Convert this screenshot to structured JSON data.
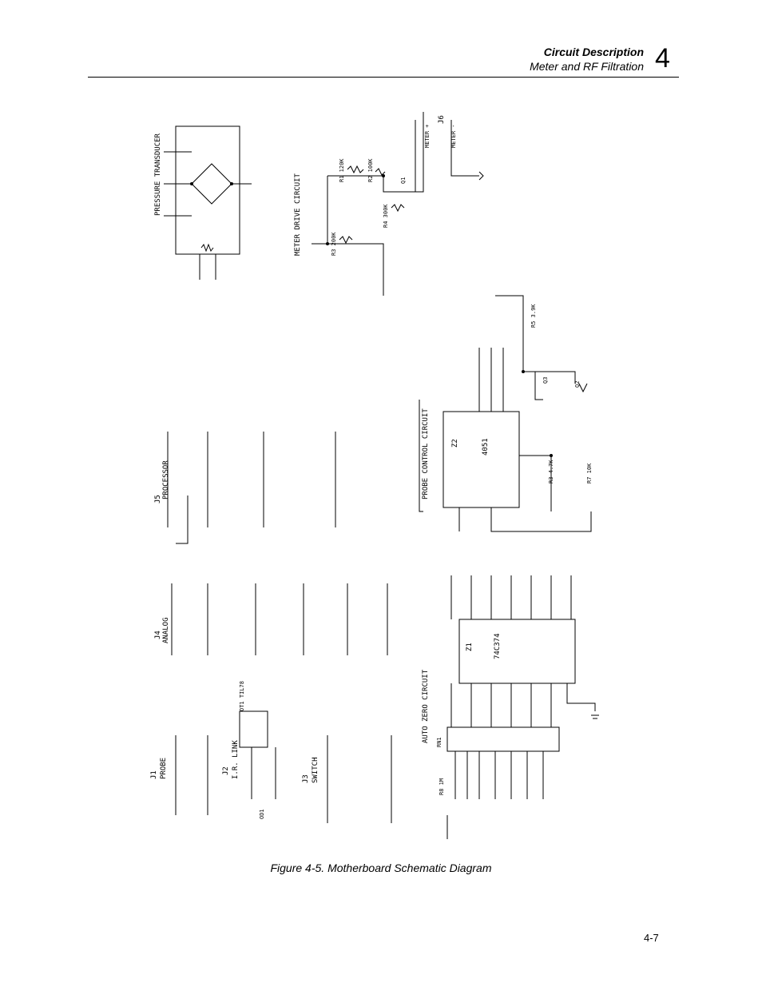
{
  "header": {
    "title": "Circuit Description",
    "subtitle": "Meter and RF Filtration",
    "chapter": "4"
  },
  "figure": {
    "caption": "Figure 4-5.   Motherboard Schematic Diagram",
    "labels": {
      "pressure": "PRESSURE TRANSDUCER",
      "meter": "METER DRIVE CIRCUIT",
      "j6": "J6",
      "meter_plus": "METER +",
      "meter_minus": "METER -",
      "j5": "J5",
      "processor": "PROCESSOR",
      "probe_control": "PROBE CONTROL CIRCUIT",
      "z2": "Z2",
      "z2_part": "4051",
      "j4": "J4",
      "analog": "ANALOG",
      "j1": "J1",
      "probe": "PROBE",
      "j2": "J2",
      "ir_link": "I.R. LINK",
      "j3": "J3",
      "switch": "SWITCH",
      "auto_zero": "AUTO ZERO CIRCUIT",
      "z1": "Z1",
      "z1_part": "74C374",
      "rn1": "RN1",
      "q1": "Q1",
      "q2": "Q2",
      "q3": "Q3",
      "r1": "R1 120K",
      "r2": "R2 100K",
      "r3": "R3 200K",
      "r4": "R4 300K",
      "r5": "R5 3.9K",
      "r6": "R3 4.7K",
      "r7": "R7 10K",
      "r8": "R8 1M",
      "ot1": "OT1 TIL78",
      "od1": "OD1"
    }
  },
  "page": {
    "number": "4-7"
  }
}
